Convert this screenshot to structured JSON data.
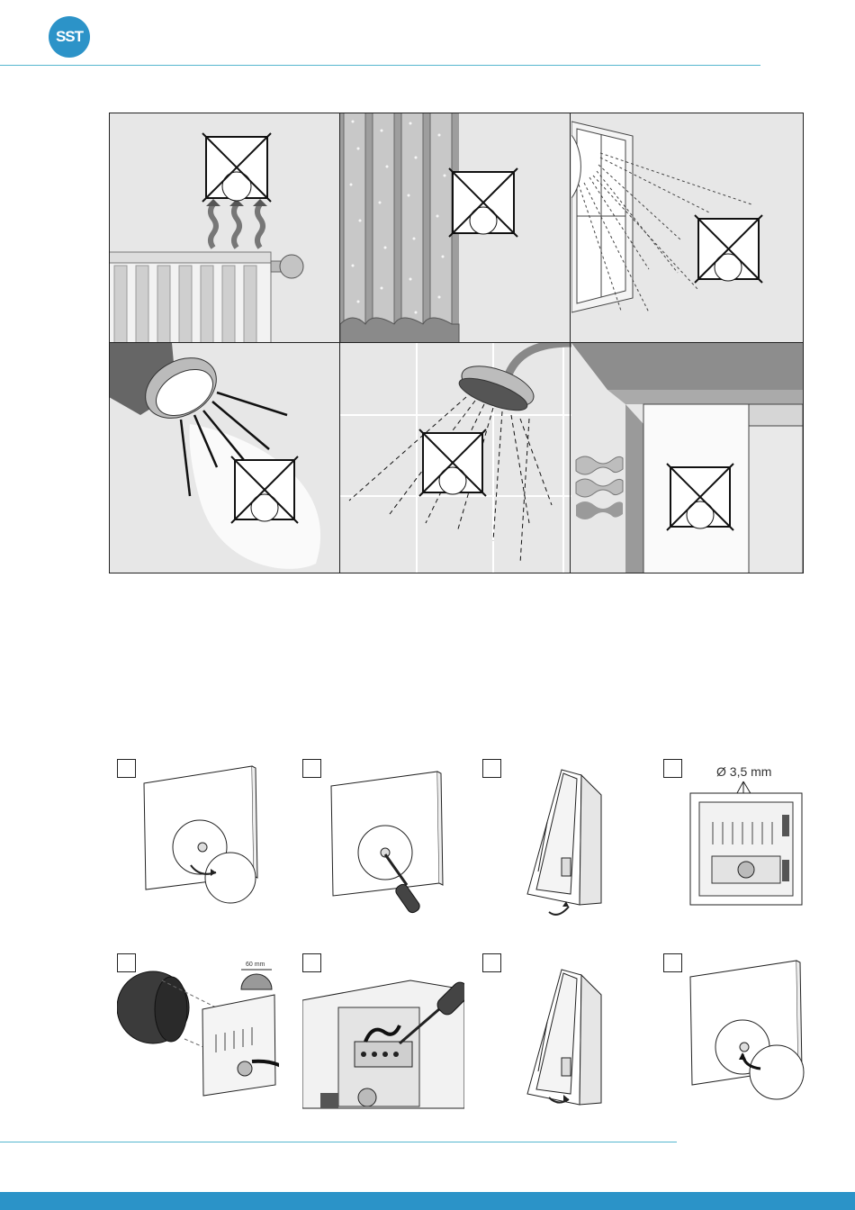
{
  "header": {
    "logo_text": "SST"
  },
  "installation_steps": {
    "drill_diameter_label": "Ø 3,5 mm",
    "box_width_label": "60 mm"
  },
  "colors": {
    "brand": "#2c93c8",
    "rule": "#55b6cf",
    "panel": "#e7e7e7"
  }
}
